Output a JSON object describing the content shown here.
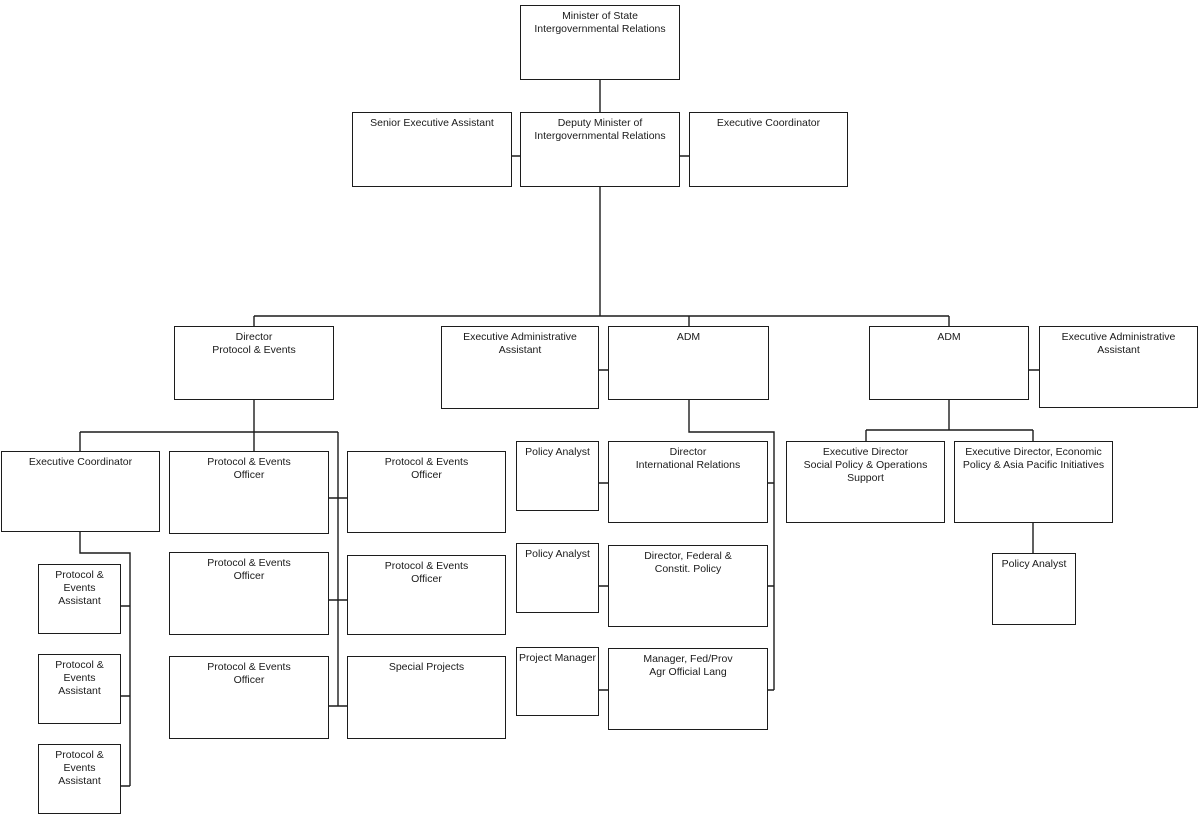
{
  "org_chart": {
    "minister": "Minister of State\nIntergovernmental Relations",
    "senior_executive_assistant": "Senior Executive Assistant",
    "deputy_minister": "Deputy Minister of\nIntergovernmental Relations",
    "executive_coordinator_top": "Executive Coordinator",
    "director_protocol_events": "Director\nProtocol & Events",
    "exec_admin_assistant_left": "Executive Administrative\nAssistant",
    "adm_left": "ADM",
    "adm_right": "ADM",
    "exec_admin_assistant_right": "Executive Administrative\nAssistant",
    "executive_coordinator_protocol": "Executive Coordinator",
    "pe_officer_1": "Protocol & Events\nOfficer",
    "pe_officer_2": "Protocol & Events\nOfficer",
    "pe_officer_3": "Protocol & Events\nOfficer",
    "pe_officer_4": "Protocol & Events\nOfficer",
    "pe_officer_5": "Protocol & Events\nOfficer",
    "special_projects": "Special Projects",
    "pe_assistant_1": "Protocol & Events\nAssistant",
    "pe_assistant_2": "Protocol & Events\nAssistant",
    "pe_assistant_3": "Protocol & Events\nAssistant",
    "policy_analyst_1": "Policy Analyst",
    "policy_analyst_2": "Policy Analyst",
    "project_manager": "Project Manager",
    "director_international_relations": "Director\nInternational Relations",
    "director_federal_constit": "Director, Federal &\nConstit. Policy",
    "manager_fedprov": "Manager, Fed/Prov\nAgr Official Lang",
    "exec_director_social": "Executive Director\nSocial Policy & Operations Support",
    "exec_director_economic": "Executive Director, Economic\nPolicy & Asia Pacific Initiatives",
    "policy_analyst_3": "Policy Analyst"
  }
}
